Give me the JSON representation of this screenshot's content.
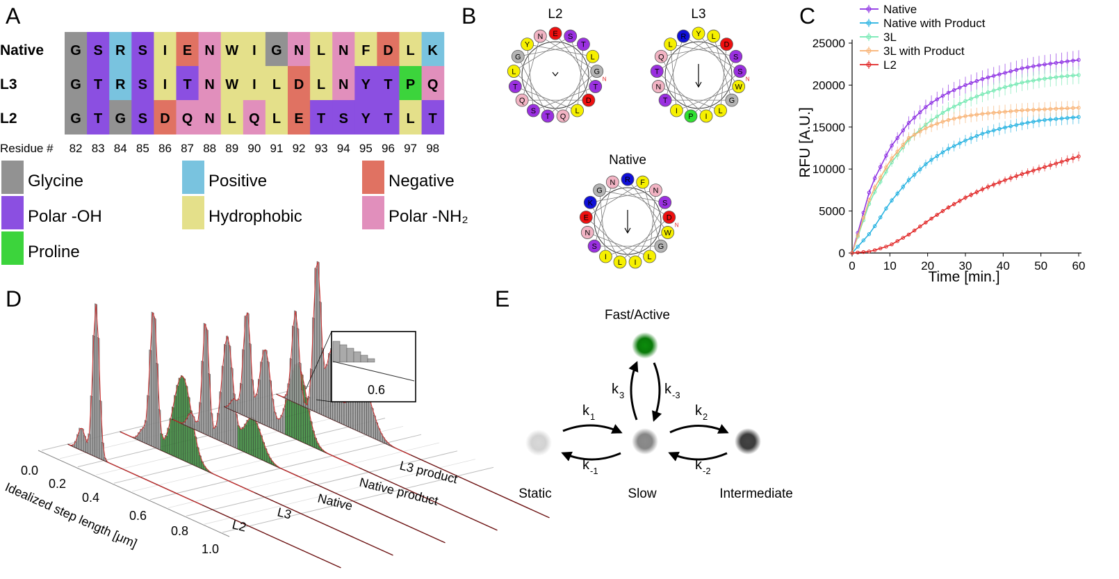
{
  "panel_labels": {
    "a": "A",
    "b": "B",
    "c": "C",
    "d": "D",
    "e": "E"
  },
  "panel_a": {
    "rows": [
      {
        "label": "Native",
        "seq": [
          "G",
          "S",
          "R",
          "S",
          "I",
          "E",
          "N",
          "W",
          "I",
          "G",
          "N",
          "L",
          "N",
          "F",
          "D",
          "L",
          "K"
        ]
      },
      {
        "label": "L3",
        "seq": [
          "G",
          "T",
          "R",
          "S",
          "I",
          "T",
          "N",
          "W",
          "I",
          "L",
          "D",
          "L",
          "N",
          "Y",
          "T",
          "P",
          "Q"
        ]
      },
      {
        "label": "L2",
        "seq": [
          "G",
          "T",
          "G",
          "S",
          "D",
          "Q",
          "N",
          "L",
          "Q",
          "L",
          "E",
          "T",
          "S",
          "Y",
          "T",
          "L",
          "T"
        ]
      }
    ],
    "residue_label": "Residue #",
    "residue_numbers": [
      "82",
      "83",
      "84",
      "85",
      "86",
      "87",
      "88",
      "89",
      "90",
      "91",
      "92",
      "93",
      "94",
      "95",
      "96",
      "97",
      "98"
    ],
    "legend": [
      {
        "key": "glycine",
        "label": "Glycine"
      },
      {
        "key": "positive",
        "label": "Positive"
      },
      {
        "key": "negative",
        "label": "Negative"
      },
      {
        "key": "polaroh",
        "label": "Polar -OH"
      },
      {
        "key": "hydrophobic",
        "label": "Hydrophobic"
      },
      {
        "key": "polarnh",
        "label": "Polar -NH₂"
      },
      {
        "key": "proline",
        "label": "Proline"
      }
    ],
    "colors": {
      "glycine": "#929292",
      "positive": "#79c3df",
      "negative": "#e07262",
      "polaroh": "#8b4fe1",
      "hydrophobic": "#e4e08a",
      "polarnh": "#e18fbc",
      "proline": "#3cd43c"
    },
    "residue_classes": {
      "G": "glycine",
      "R": "positive",
      "K": "positive",
      "D": "negative",
      "E": "negative",
      "S": "polaroh",
      "T": "polaroh",
      "Y": "polaroh",
      "I": "hydrophobic",
      "L": "hydrophobic",
      "W": "hydrophobic",
      "F": "hydrophobic",
      "N": "polarnh",
      "Q": "polarnh",
      "P": "proline"
    }
  },
  "panel_b": {
    "wheels": [
      {
        "title": "L2",
        "residues": [
          "E",
          "S",
          "T",
          "L",
          "G",
          "T",
          "D",
          "L",
          "Q",
          "T",
          "S",
          "Q",
          "T",
          "L",
          "G",
          "Y",
          "N"
        ]
      },
      {
        "title": "L3",
        "residues": [
          "Y",
          "L",
          "D",
          "S",
          "S",
          "W",
          "G",
          "L",
          "I",
          "P",
          "I",
          "T",
          "N",
          "T",
          "Q",
          "L",
          "R"
        ]
      },
      {
        "title": "Native",
        "residues": [
          "R",
          "F",
          "N",
          "S",
          "D",
          "W",
          "G",
          "L",
          "I",
          "L",
          "I",
          "S",
          "N",
          "E",
          "K",
          "G",
          "N"
        ]
      }
    ],
    "wheel_colors": {
      "G": "#b4b4b4",
      "R": "#1010d8",
      "K": "#1010d8",
      "D": "#ee1010",
      "E": "#ee1010",
      "S": "#9a30e0",
      "T": "#9a30e0",
      "N": "#f2b4c4",
      "Q": "#f2b4c4",
      "L": "#f6f000",
      "I": "#f6f000",
      "W": "#f6f000",
      "F": "#f6f000",
      "Y": "#f6f000",
      "P": "#30e030"
    },
    "n_marker": "N"
  },
  "chart_data": {
    "type": "line",
    "xlabel": "Time [min.]",
    "ylabel": "RFU [A.U.]",
    "xlim": [
      0,
      60
    ],
    "ylim": [
      0,
      25000
    ],
    "xticks": [
      0,
      10,
      20,
      30,
      40,
      50,
      60
    ],
    "yticks": [
      0,
      5000,
      10000,
      15000,
      20000,
      25000
    ],
    "x": [
      0,
      5,
      10,
      15,
      20,
      25,
      30,
      35,
      40,
      45,
      50,
      55,
      60
    ],
    "legend_position": "top-left",
    "series": [
      {
        "name": "Native",
        "color": "#8a2be2",
        "values": [
          0,
          8000,
          12500,
          15500,
          17600,
          19000,
          20000,
          20800,
          21400,
          22000,
          22400,
          22700,
          23000
        ]
      },
      {
        "name": "Native with Product",
        "color": "#20b0e0",
        "values": [
          0,
          2500,
          6000,
          8700,
          10800,
          12300,
          13400,
          14300,
          14900,
          15400,
          15800,
          16000,
          16200
        ]
      },
      {
        "name": "3L",
        "color": "#70e8b0",
        "values": [
          0,
          6500,
          10500,
          13500,
          15500,
          17000,
          18100,
          19000,
          19700,
          20300,
          20700,
          21000,
          21200
        ]
      },
      {
        "name": "3L with Product",
        "color": "#f8b070",
        "values": [
          0,
          7000,
          11000,
          13700,
          15000,
          15800,
          16300,
          16600,
          16800,
          17000,
          17100,
          17200,
          17300
        ]
      },
      {
        "name": "L2",
        "color": "#e02020",
        "values": [
          0,
          200,
          900,
          2200,
          3800,
          5300,
          6600,
          7700,
          8600,
          9400,
          10100,
          10800,
          11500
        ]
      }
    ]
  },
  "panel_d": {
    "xaxis_label": "Idealized step length [μm]",
    "xticks": [
      "0.0",
      "0.2",
      "0.4",
      "0.6",
      "0.8",
      "1.0"
    ],
    "track_labels": [
      "L2",
      "L3",
      "Native",
      "Native product",
      "L3 product"
    ],
    "inset_tick": "0.6"
  },
  "panel_e": {
    "states": [
      {
        "key": "fast",
        "label": "Fast/Active",
        "color": "#0a7a0a"
      },
      {
        "key": "static",
        "label": "Static",
        "color": "#d4d4d4"
      },
      {
        "key": "slow",
        "label": "Slow",
        "color": "#8a8a8a"
      },
      {
        "key": "intermediate",
        "label": "Intermediate",
        "color": "#444444"
      }
    ],
    "rates": [
      {
        "base": "k",
        "sub": "1"
      },
      {
        "base": "k",
        "sub": "-1"
      },
      {
        "base": "k",
        "sub": "2"
      },
      {
        "base": "k",
        "sub": "-2"
      },
      {
        "base": "k",
        "sub": "3"
      },
      {
        "base": "k",
        "sub": "-3"
      }
    ]
  }
}
